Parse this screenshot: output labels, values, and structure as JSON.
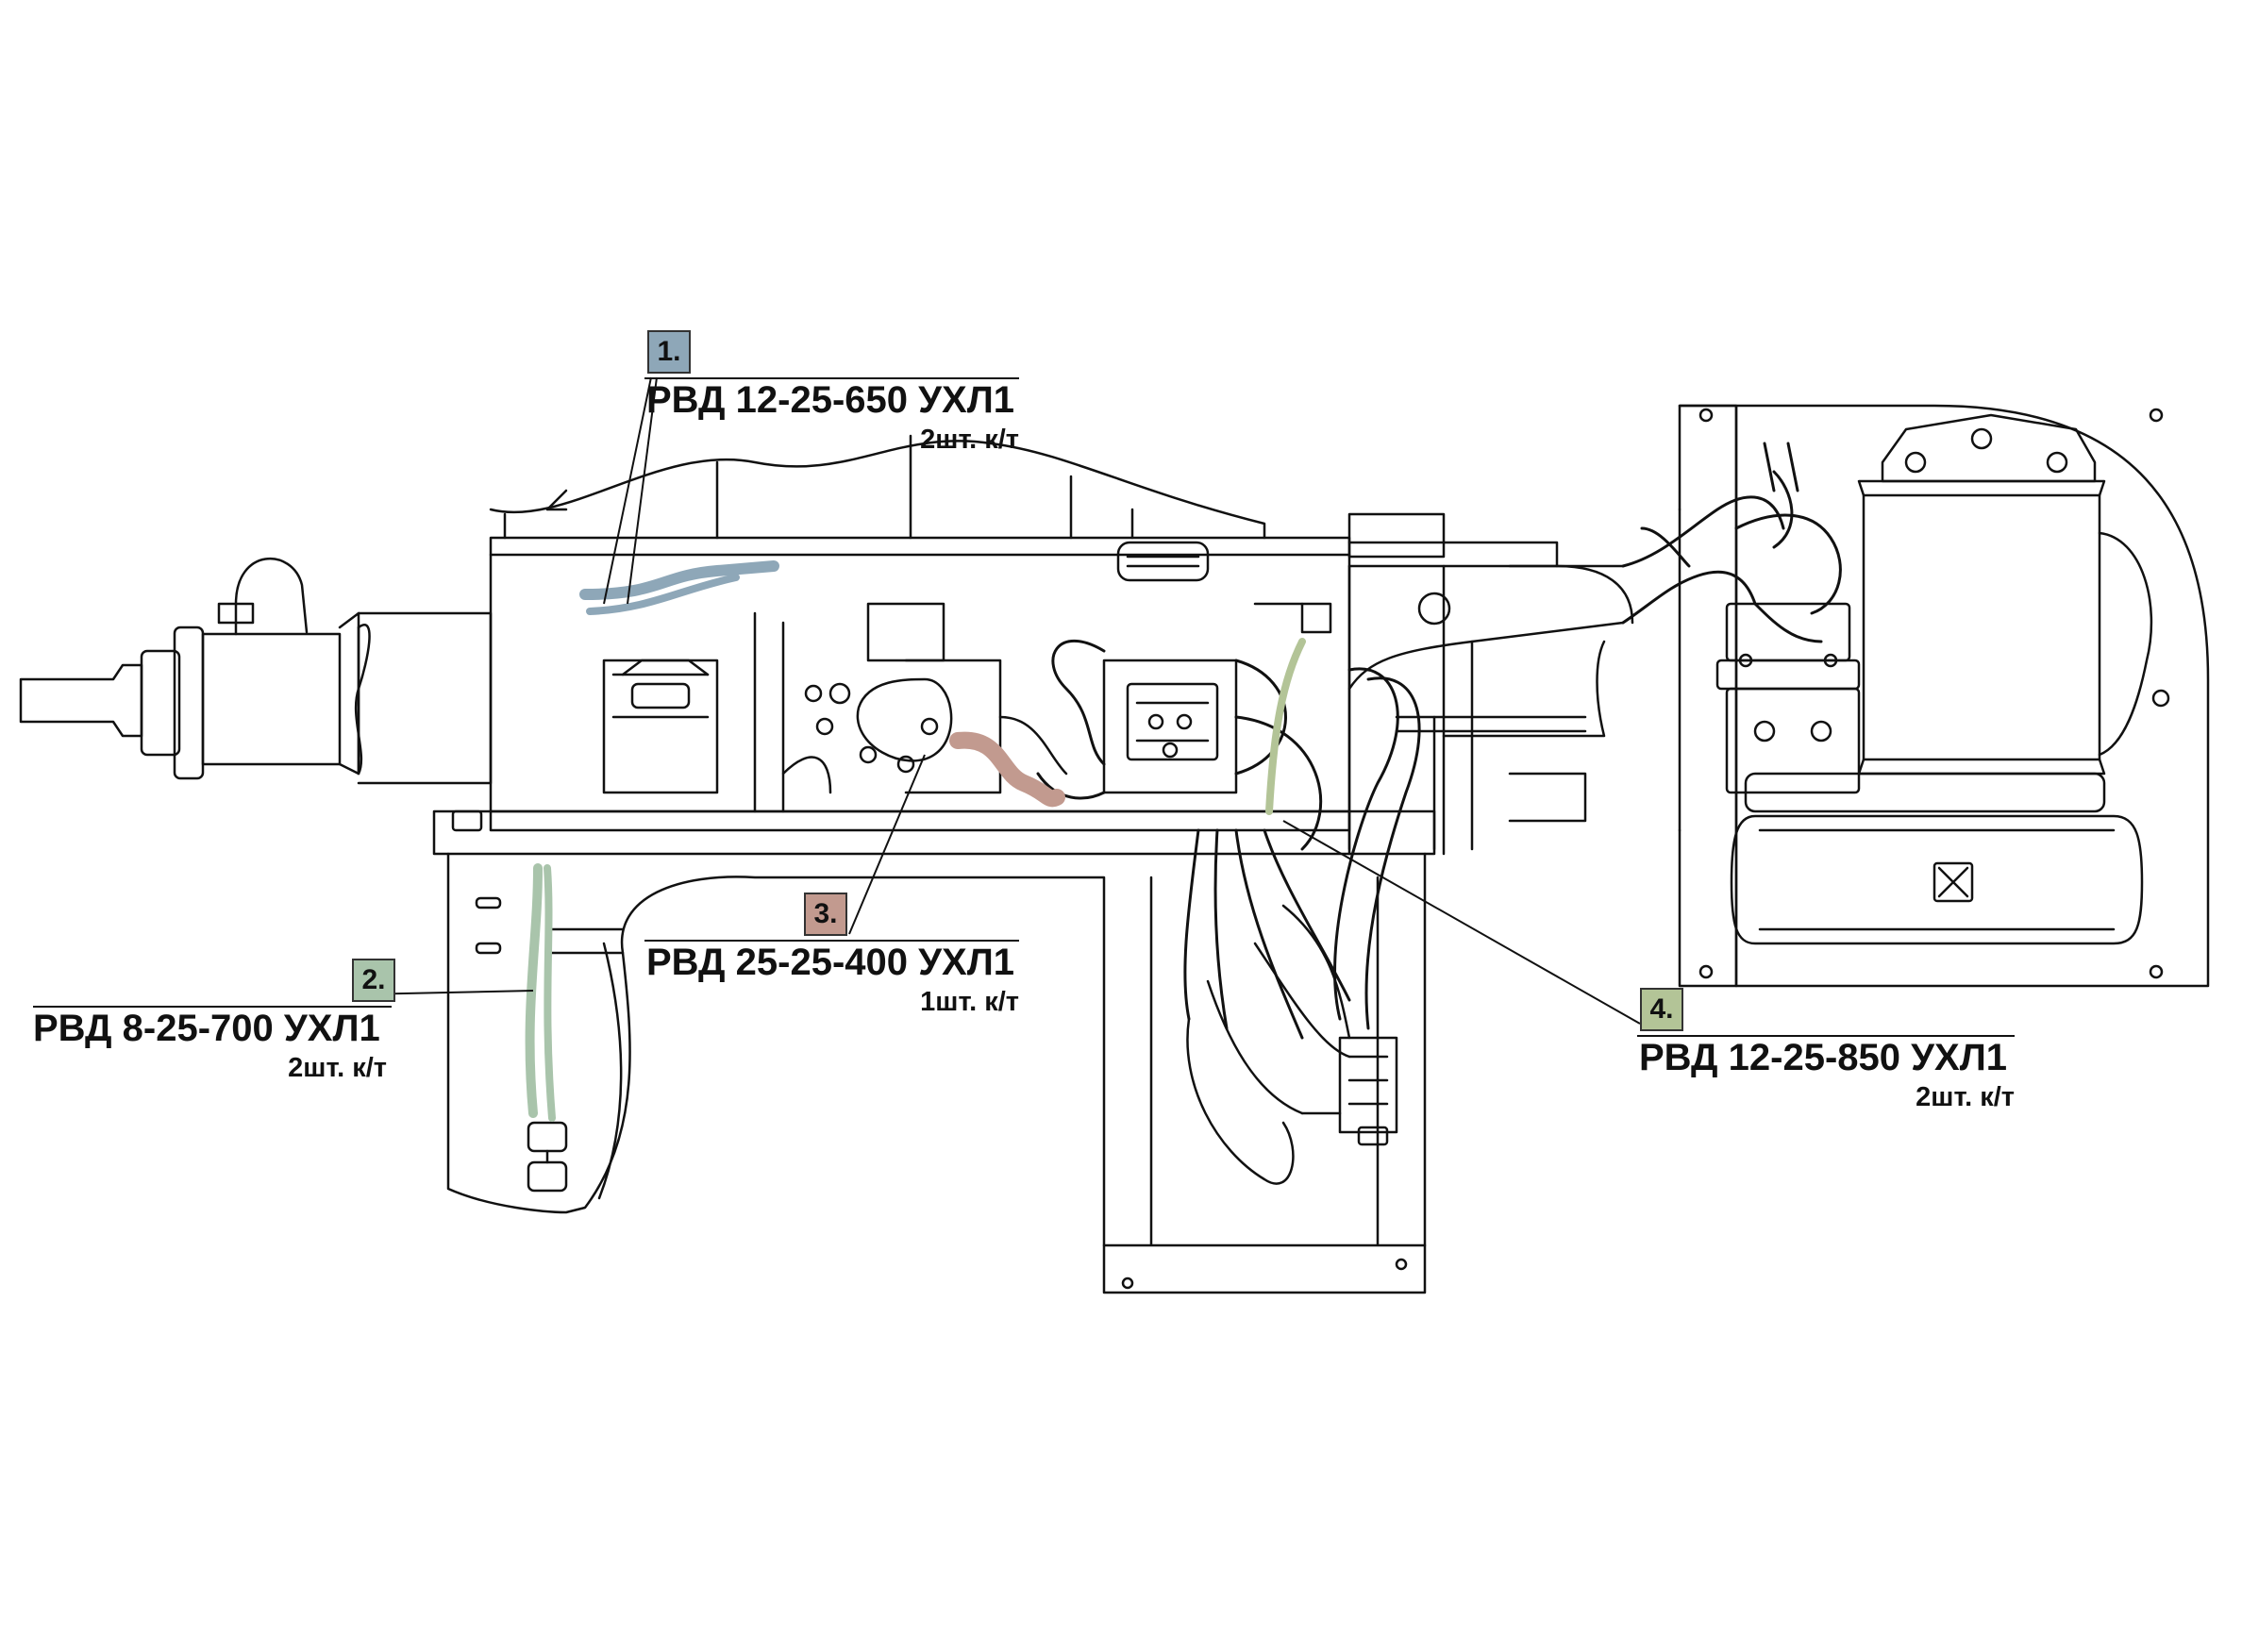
{
  "callouts": [
    {
      "number": "1.",
      "label": "РВД 12-25-650 УХЛ1",
      "qty": "2шт. к/т",
      "color": "#8ea7b8"
    },
    {
      "number": "2.",
      "label": "РВД 8-25-700 УХЛ1",
      "qty": "2шт. к/т",
      "color": "#a9c4ab"
    },
    {
      "number": "3.",
      "label": "РВД 25-25-400 УХЛ1",
      "qty": "1шт. к/т",
      "color": "#c29a8f"
    },
    {
      "number": "4.",
      "label": "РВД 12-25-850 УХЛ1",
      "qty": "2шт. к/т",
      "color": "#b3c497"
    }
  ],
  "hose_colors": {
    "hose_1": "#8ea7b8",
    "hose_2": "#a9c4ab",
    "hose_3": "#c29a8f",
    "hose_4": "#b3c497"
  }
}
